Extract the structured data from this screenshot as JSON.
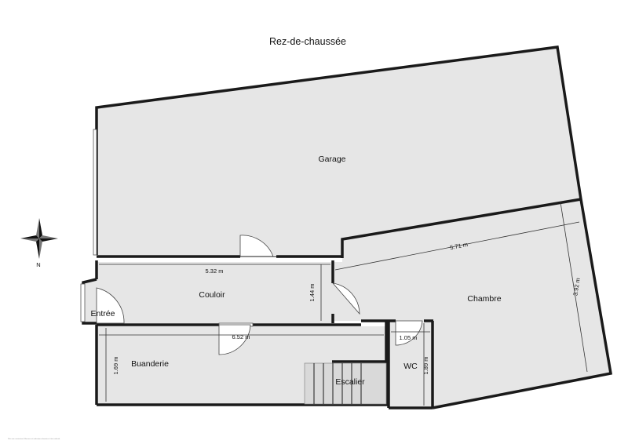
{
  "title": "Rez-de-chaussée",
  "rooms": {
    "garage": "Garage",
    "couloir": "Couloir",
    "chambre": "Chambre",
    "entree": "Entrée",
    "buanderie": "Buanderie",
    "escalier": "Escalier",
    "wc": "WC"
  },
  "dimensions": {
    "couloir_length": "5.32 m",
    "couloir_width": "1.44 m",
    "chambre_length": "5.71 m",
    "chambre_width": "3.92 m",
    "buanderie_length": "6.52 m",
    "buanderie_width": "1.69 m",
    "wc_length": "1.05 m",
    "wc_width": "1.89 m"
  },
  "compass": {
    "label": "N",
    "icon": "compass-rose-icon"
  },
  "footer_note": "Plan non contractuel. Mesures et indications données à titre indicatif."
}
